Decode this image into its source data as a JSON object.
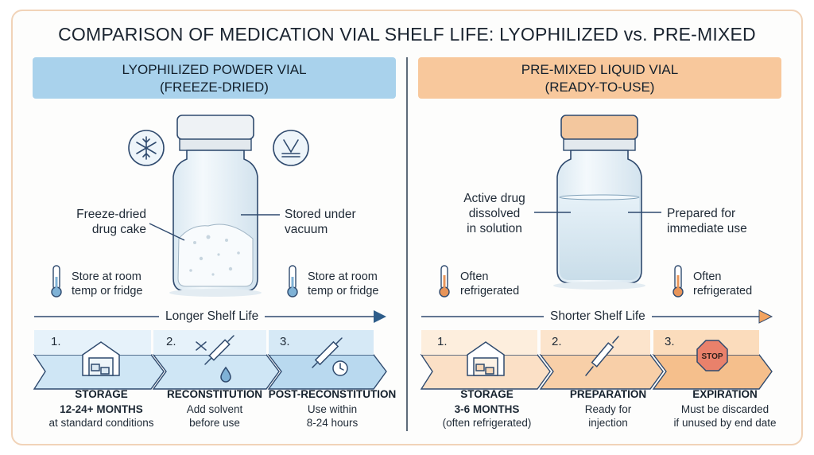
{
  "title": "COMPARISON OF MEDICATION VIAL SHELF LIFE: LYOPHILIZED vs. PRE-MIXED",
  "colors": {
    "lyo": "#a9d2ec",
    "lyo_step": "#cfe6f5",
    "premix": "#f8c89c",
    "premix_step": "#fbe0c6",
    "line": "#2f4a6e"
  },
  "left": {
    "header_line1": "LYOPHILIZED POWDER VIAL",
    "header_line2": "(FREEZE-DRIED)",
    "icons": [
      "snowflake-icon",
      "vacuum-gauge-icon"
    ],
    "label_cake_1": "Freeze-dried",
    "label_cake_2": "drug cake",
    "label_vacuum_1": "Stored under",
    "label_vacuum_2": "vacuum",
    "store_left_1": "Store at room",
    "store_left_2": "temp or fridge",
    "store_right_1": "Store at room",
    "store_right_2": "temp or fridge",
    "shelf_life": "Longer Shelf Life",
    "steps": [
      {
        "num": "1.",
        "icon": "warehouse-icon",
        "title": "STORAGE",
        "desc_bold": "12-24+ MONTHS",
        "desc": "at standard conditions"
      },
      {
        "num": "2.",
        "icon": "syringe-drop-icon",
        "title": "RECONSTITUTION",
        "desc1": "Add solvent",
        "desc2": "before use"
      },
      {
        "num": "3.",
        "icon": "syringe-clock-icon",
        "title": "POST-RECONSTITUTION",
        "desc1": "Use within",
        "desc2": "8-24 hours"
      }
    ]
  },
  "right": {
    "header_line1": "PRE-MIXED LIQUID VIAL",
    "header_line2": "(READY-TO-USE)",
    "label_drug_1": "Active drug",
    "label_drug_2": "dissolved",
    "label_drug_3": "in solution",
    "label_prep_1": "Prepared for",
    "label_prep_2": "immediate use",
    "store_left_1": "Often",
    "store_left_2": "refrigerated",
    "store_right_1": "Often",
    "store_right_2": "refrigerated",
    "shelf_life": "Shorter Shelf Life",
    "steps": [
      {
        "num": "1.",
        "icon": "warehouse-icon",
        "title": "STORAGE",
        "desc_bold": "3-6 MONTHS",
        "desc": "(often refrigerated)"
      },
      {
        "num": "2.",
        "icon": "syringe-icon",
        "title": "PREPARATION",
        "desc1": "Ready for",
        "desc2": "injection"
      },
      {
        "num": "3.",
        "icon": "stop-sign-icon",
        "title": "EXPIRATION",
        "desc1": "Must be discarded",
        "desc2": "if unused by end date",
        "stop_text": "STOP"
      }
    ]
  }
}
